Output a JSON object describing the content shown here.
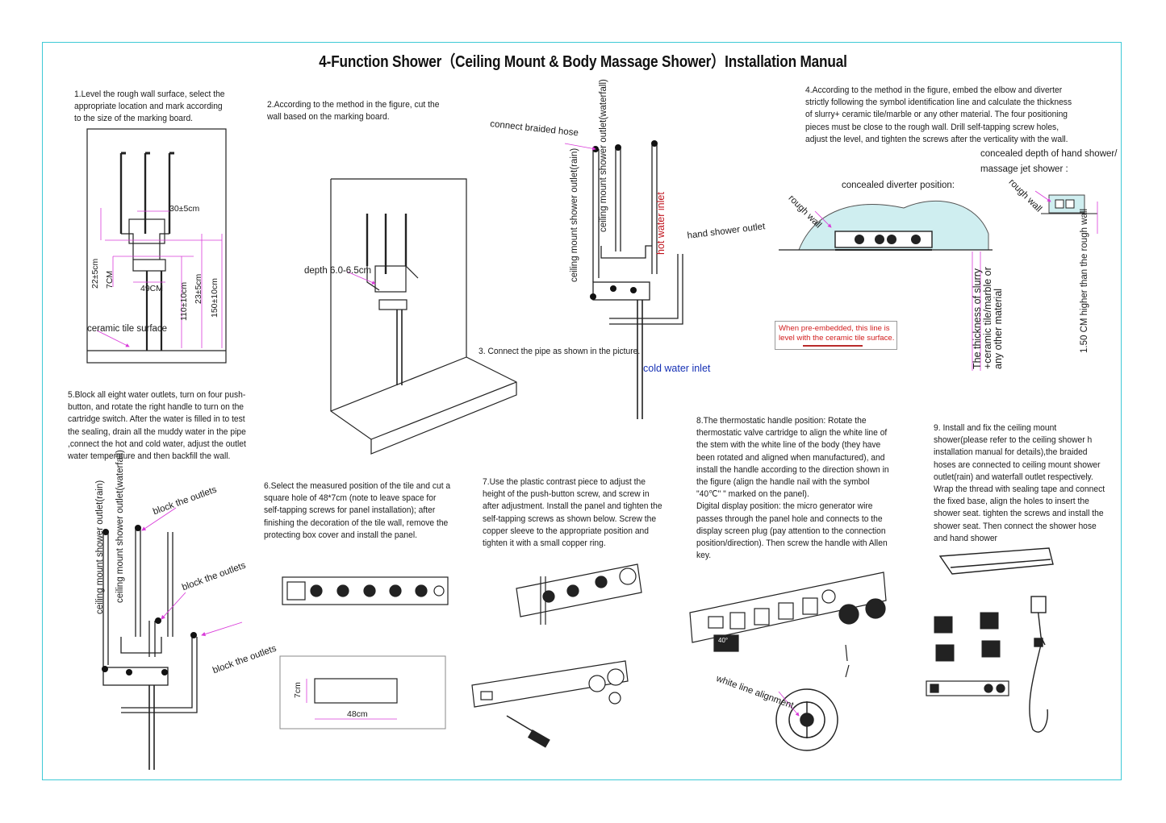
{
  "title": "4-Function Shower（Ceiling Mount & Body Massage Shower）Installation Manual",
  "steps": {
    "s1": "1.Level the rough wall surface, select the appropriate location and mark according to the size of the marking board.",
    "s2": "2.According to the method in the figure, cut the wall based on the marking board.",
    "s3": "3. Connect the pipe as shown in the picture.",
    "s4": "4.According to the method in the figure, embed the elbow and diverter strictly following the symbol identification line and calculate the thickness of slurry+ ceramic tile/marble or any other material. The four positioning pieces must be close to the rough wall. Drill self-tapping screw holes, adjust the level, and tighten the screws after the verticality with the wall.",
    "s5": "5.Block all eight water outlets, turn on four push-button, and rotate the right handle to turn on the cartridge switch. After the water is filled in to test the sealing, drain all the muddy water in the pipe ,connect the hot and cold water, adjust the outlet water temperature and then backfill the wall.",
    "s6": "6.Select the measured position of the tile and cut a square hole of 48*7cm (note to leave space for self-tapping screws for panel installation); after finishing the decoration of the tile wall, remove the protecting box cover and install the panel.",
    "s7": "7.Use the plastic contrast piece to adjust the height of the push-button screw, and screw in after adjustment. Install the panel and tighten the self-tapping screws as shown below. Screw the copper sleeve to the appropriate position and tighten it with a small copper ring.",
    "s8": "8.The thermostatic handle position: Rotate the thermostatic valve cartridge to align the white line of the stem with the white line of the body (they have been rotated and aligned when manufactured), and install the handle according to the direction shown in the figure (align the handle nail with the symbol \"40℃\" \" marked on the panel).\nDigital display position: the micro generator wire passes through the panel hole and connects to the display screen plug (pay attention to the connection position/direction). Then screw the handle with Allen key.",
    "s9": "9. Install and fix the ceiling mount shower(please refer to the ceiling shower h installation manual for details),the braided hoses are connected to ceiling mount shower outlet(rain) and waterfall outlet respectively. Wrap the thread with sealing tape and connect the fixed base, align the holes to insert the shower seat. tighten the screws and install the shower seat. Then connect the shower hose and hand shower"
  },
  "labels": {
    "dim_30": "30±5cm",
    "dim_22": "22±5cm",
    "dim_7cm": "7CM",
    "dim_49": "49CM",
    "dim_110": "110±10cm",
    "dim_23": "23±5cm",
    "dim_150": "150±10cm",
    "ceramic_tile": "ceramic tile surface",
    "depth": "depth 6.0-6.5cm",
    "braided_hose": "connect braided hose",
    "ceiling_rain": "ceiling mount shower outlet(rain)",
    "ceiling_waterfall": "ceiling mount shower outlet(waterfall)",
    "hot_inlet": "hot water inlet",
    "hand_outlet": "hand shower outlet",
    "cold_inlet": "cold water inlet",
    "rough_wall_1": "rough wall",
    "rough_wall_2": "rough wall",
    "concealed_diverter": "concealed diverter  position:",
    "concealed_depth": "concealed depth of hand shower/\nmassage jet shower :",
    "slurry": "The thickness of slurry\n+ceramic tile/marble or\nany other material",
    "higher": "1.50 CM higher than the rough wall",
    "note": "When pre-embedded, this line is level with the ceramic tile surface.",
    "block_1": "block the outlets",
    "block_2": "block the outlets",
    "block_3": "block the outlets",
    "ceiling_rain_5": "ceiling mount shower outlet(rain)",
    "ceiling_waterfall_5": "ceiling mount shower outlet(waterfall)",
    "dim_7cm_6": "7cm",
    "dim_48cm": "48cm",
    "white_line": "white line alignment",
    "display_40": "40°"
  },
  "colors": {
    "frame": "#3ec9d6",
    "accent_magenta": "#d93bd9",
    "hot": "#c0131c",
    "cold": "#1530b5"
  }
}
